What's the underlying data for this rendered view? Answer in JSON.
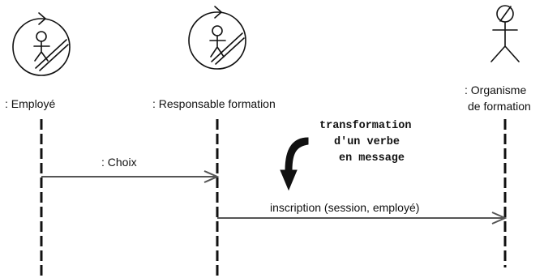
{
  "participants": [
    {
      "id": "employe",
      "label": ": Employé",
      "kind": "actor"
    },
    {
      "id": "responsable",
      "label": ": Responsable formation",
      "kind": "actor"
    },
    {
      "id": "organisme",
      "label_line1": ": Organisme",
      "label_line2": "de formation",
      "kind": "actor"
    }
  ],
  "messages": [
    {
      "from": "employe",
      "to": "responsable",
      "label": ": Choix"
    },
    {
      "from": "responsable",
      "to": "organisme",
      "label": "inscription (session, employé)"
    }
  ],
  "note": {
    "line1": "transformation",
    "line2": "d'un verbe",
    "line3": "en message"
  },
  "icons": [
    "actor-control-icon",
    "actor-control-icon",
    "actor-entity-icon"
  ]
}
